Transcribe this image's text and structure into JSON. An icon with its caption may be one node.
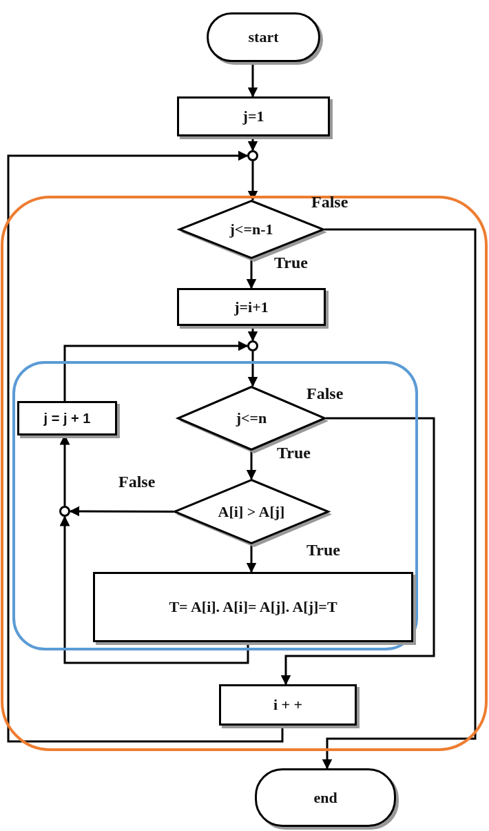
{
  "diagram": {
    "nodes": [
      {
        "text": [
          "start"
        ]
      },
      {
        "text": [
          "j=1"
        ]
      },
      {
        "text": [],
        "shape": "circle"
      },
      {
        "text": [
          "j<=n-1"
        ]
      },
      {
        "text": [
          "j=i+1"
        ]
      },
      {
        "text": [],
        "shape": "circle"
      },
      {
        "text": [
          "j<=n"
        ]
      },
      {
        "text": [
          "j = j + 1"
        ]
      },
      {
        "text": [
          "A[i] > A[j]"
        ]
      },
      {
        "text": [
          "T= A[i]. A[i]= A[j]. A[j]=T"
        ]
      },
      {
        "text": [],
        "shape": "circle"
      },
      {
        "text": [
          "i + +"
        ]
      },
      {
        "text": [
          "end"
        ]
      }
    ],
    "edges": [
      {
        "from": 0,
        "to": 1,
        "arrow": "to"
      },
      {
        "from": 1,
        "to": 2,
        "arrow": "to"
      },
      {
        "from": 2,
        "to": 3,
        "arrow": "to"
      },
      {
        "from": 3,
        "to": 4,
        "arrow": "to",
        "label": "True"
      },
      {
        "from": 3,
        "to": 12,
        "arrow": "to",
        "label": "False"
      },
      {
        "from": 4,
        "to": 5,
        "arrow": "to"
      },
      {
        "from": 5,
        "to": 6,
        "arrow": "to"
      },
      {
        "from": 6,
        "to": 8,
        "arrow": "to",
        "label": "True"
      },
      {
        "from": 6,
        "to": 11,
        "arrow": "to",
        "label": "False"
      },
      {
        "from": 8,
        "to": 9,
        "arrow": "to",
        "label": "True"
      },
      {
        "from": 8,
        "to": 10,
        "arrow": "to",
        "label": "False"
      },
      {
        "from": 9,
        "to": 10,
        "arrow": "to"
      },
      {
        "from": 10,
        "to": 7,
        "arrow": "to"
      },
      {
        "from": 7,
        "to": 5,
        "arrow": "to"
      },
      {
        "from": 11,
        "to": 2,
        "arrow": "to"
      }
    ]
  }
}
